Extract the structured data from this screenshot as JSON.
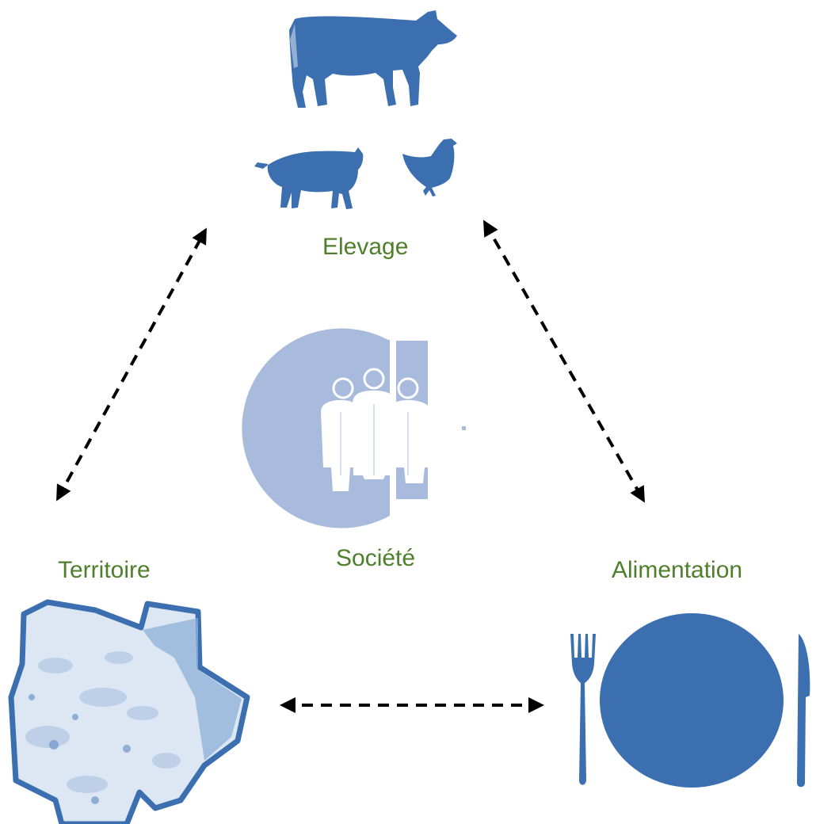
{
  "labels": {
    "elevage": "Elevage",
    "societe": "Société",
    "territoire": "Territoire",
    "alimentation": "Alimentation"
  },
  "icons": {
    "livestock": [
      "cow-icon",
      "pig-icon",
      "chicken-icon"
    ],
    "society": "people-group-icon",
    "territory": "territory-map-icon",
    "food": [
      "fork-icon",
      "plate-icon",
      "knife-icon"
    ]
  },
  "links": [
    {
      "from": "territoire",
      "to": "elevage",
      "style": "dashed",
      "arrows": "both"
    },
    {
      "from": "elevage",
      "to": "alimentation",
      "style": "dashed",
      "arrows": "both"
    },
    {
      "from": "territoire",
      "to": "alimentation",
      "style": "dashed",
      "arrows": "both"
    }
  ],
  "colors": {
    "label": "#4e7f2b",
    "icon": "#3b6fb0",
    "society_bg": "#a9bbdc",
    "territory_fill": "#dce7f3",
    "arrow": "#000000"
  }
}
